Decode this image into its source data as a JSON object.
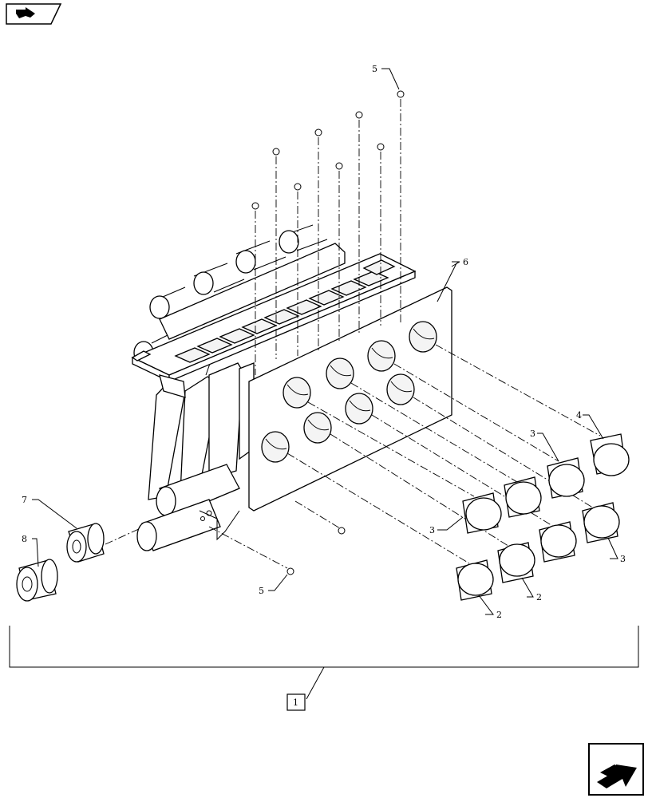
{
  "callouts": {
    "c1": "1",
    "c2a": "2",
    "c2b": "2",
    "c3a": "3",
    "c3b": "3",
    "c3c": "3",
    "c4": "4",
    "c5a": "5",
    "c5b": "5",
    "c6": "6",
    "c7": "7",
    "c8": "8"
  },
  "icons": {
    "top_left": "page-back-icon",
    "bottom_right": "next-page-arrow-icon"
  },
  "colors": {
    "line": "#000000",
    "background": "#ffffff"
  }
}
